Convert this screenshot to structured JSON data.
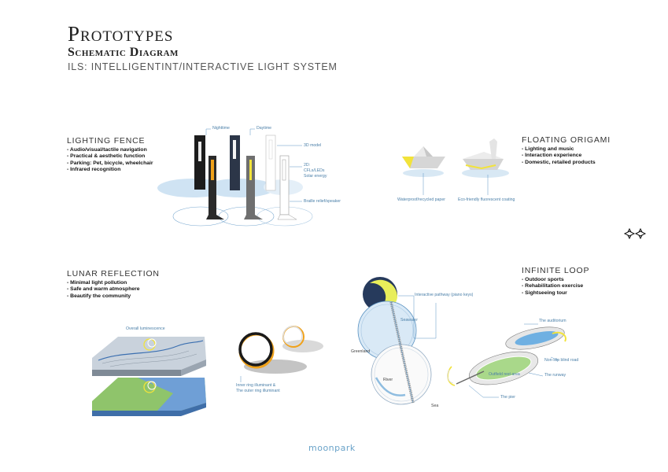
{
  "header": {
    "title": "Prototypes",
    "subtitle": "Schematic Diagram",
    "subtitle2": "ILS: INTELLIGENTINT/INTERACTIVE LIGHT SYSTEM"
  },
  "sections": {
    "lighting_fence": {
      "title": "LIGHTING FENCE",
      "bullets": [
        "Audio/visual/tactile navigation",
        "Practical & aesthetic function",
        "Parking: Pet, bicycle, wheelchair",
        "Infrared recognition"
      ],
      "labels": {
        "nighttime": "Nighttime",
        "daytime": "Daytime",
        "model3d": "3D model",
        "model2d_line1": "2D:",
        "model2d_line2": "CFLs/LEDs",
        "model2d_line3": "Solar energy",
        "braille": "Braille relief/speaker"
      }
    },
    "floating_origami": {
      "title": "FLOATING ORIGAMI",
      "bullets": [
        "Lighting and music",
        "Interaction experience",
        "Domestic, retailed products"
      ],
      "labels": {
        "paper": "Waterproof/recycled paper",
        "coating": "Eco-friendly fluorescent coating"
      }
    },
    "lunar_reflection": {
      "title": "LUNAR REFLECTION",
      "bullets": [
        "Minimal light pollution",
        "Safe and warm atmosphere",
        "Beautify the community"
      ],
      "labels": {
        "luminescence": "Overall luminescence",
        "ring_line1": "Inner ring illuminant &",
        "ring_line2": "The outer ring illuminant"
      }
    },
    "infinite_loop": {
      "title": "INFINITE LOOP",
      "bullets": [
        "Outdoor sports",
        "Rehabilitation exercise",
        "Sightseeing tour"
      ],
      "labels": {
        "pathway": "Interactive pathway (piano keys)",
        "seawater": "Seawater",
        "greenland": "Greenland",
        "river": "River",
        "sea": "Sea",
        "auditorium": "The auditorium",
        "blind_road": "Non-slip blind road",
        "outfield": "Outfield rest area",
        "runway": "The runway",
        "pier": "The pier"
      }
    }
  },
  "footer": {
    "logo": "moonpark"
  },
  "colors": {
    "accent_yellow": "#f2e33a",
    "light_blue": "#cfe3f3",
    "line_blue": "#5b93c2",
    "green": "#7dbf5e",
    "orange": "#f0a21b"
  },
  "icons": [
    "north-arrow-icon"
  ]
}
